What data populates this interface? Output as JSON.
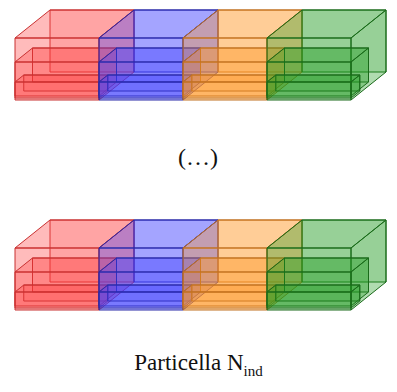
{
  "diagram": {
    "labels": [
      "(…)",
      "Particella N",
      "ind"
    ]
  }
}
